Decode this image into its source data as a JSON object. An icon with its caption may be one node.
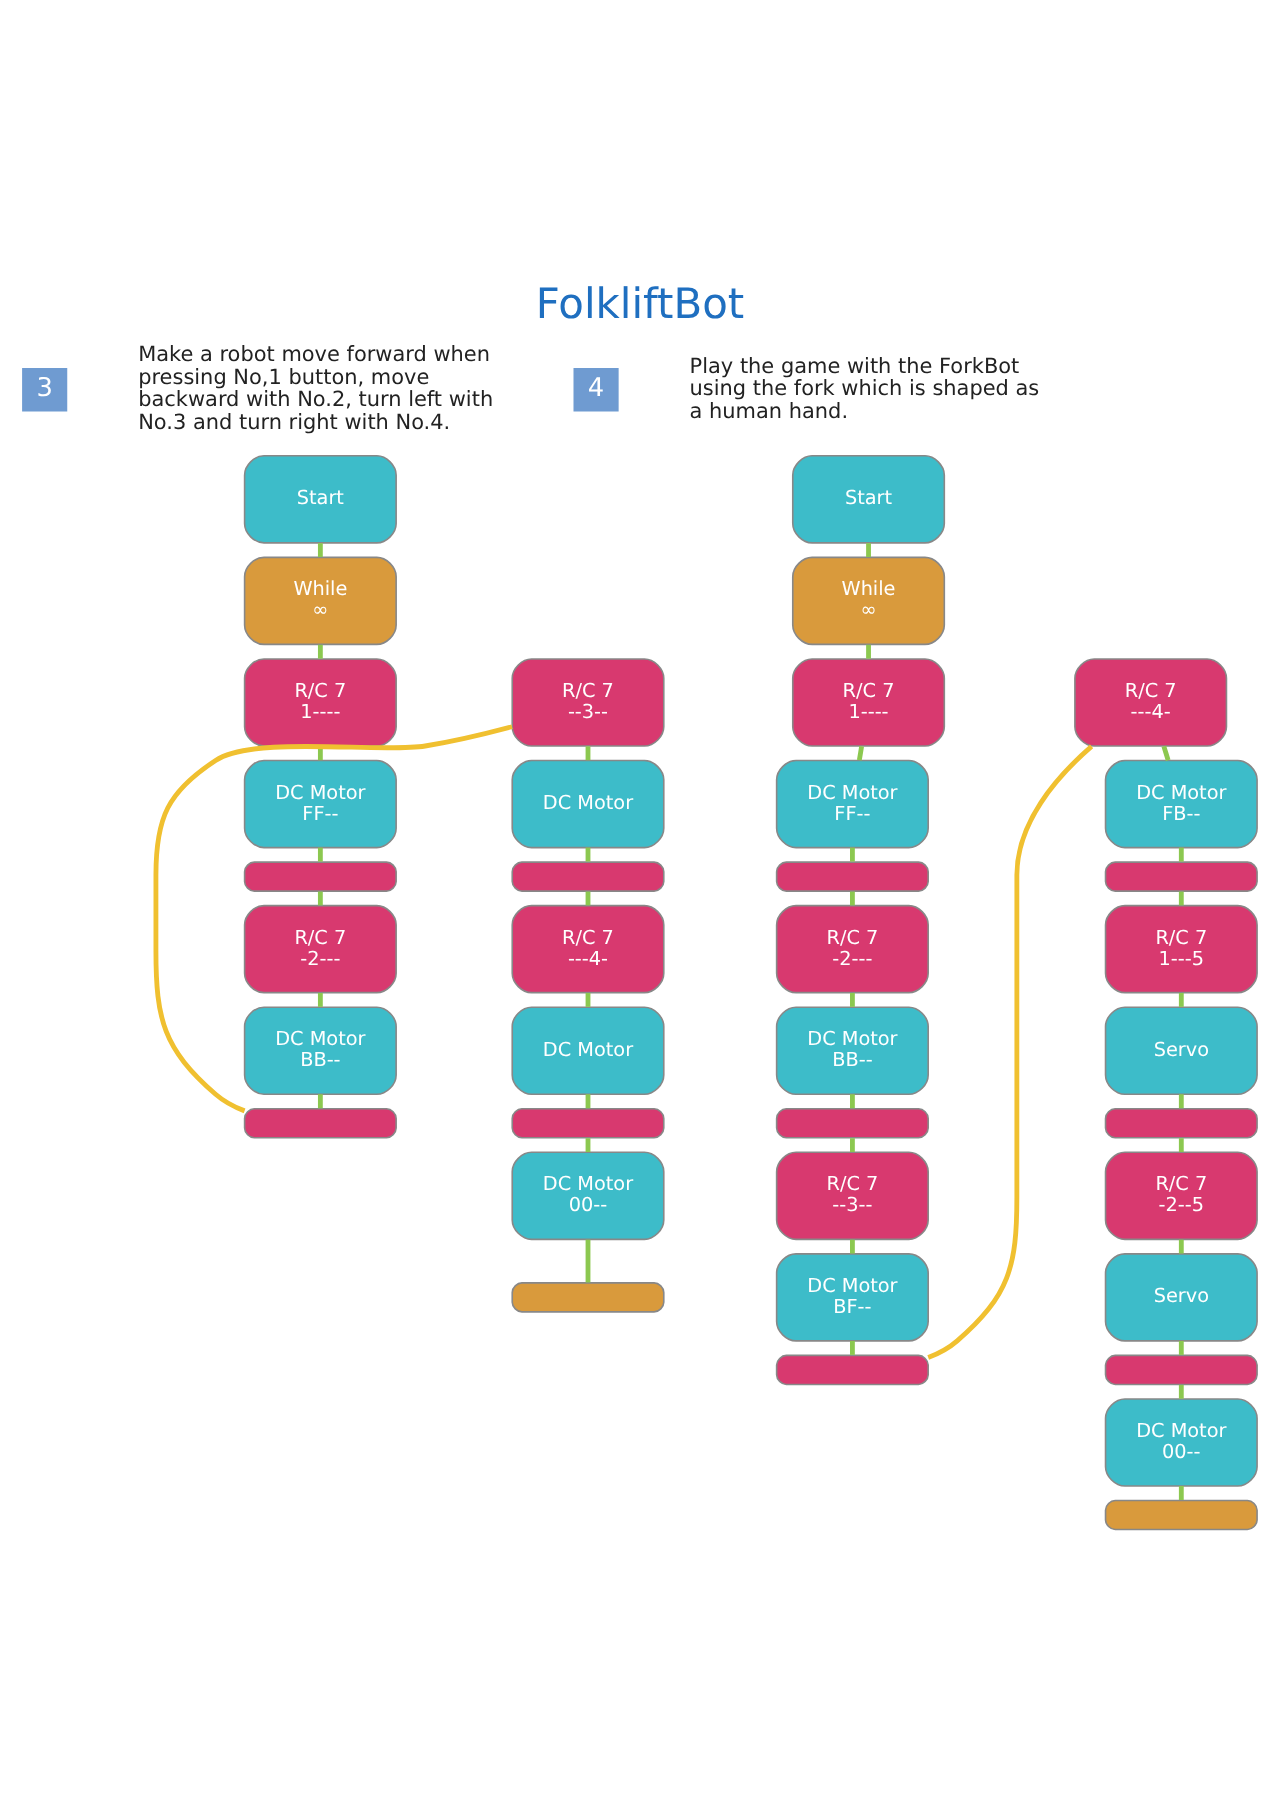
{
  "diagram": {
    "title": "FolkliftBot",
    "nodes": [
      {
        "text": [
          "Start"
        ]
      },
      {
        "text": [
          "While",
          "∞"
        ]
      },
      {
        "text": [
          "R/C 7",
          "1----"
        ]
      },
      {
        "text": [
          "DC Motor",
          "FF--"
        ]
      },
      {
        "text": [],
        "shape": "bar"
      },
      {
        "text": [
          "R/C 7",
          "-2---"
        ]
      },
      {
        "text": [
          "DC Motor",
          "BB--"
        ]
      },
      {
        "text": [],
        "shape": "bar"
      },
      {
        "text": [
          "R/C 7",
          "--3--"
        ]
      },
      {
        "text": [
          "DC Motor"
        ]
      },
      {
        "text": [],
        "shape": "bar"
      },
      {
        "text": [
          "R/C 7",
          "---4-"
        ]
      },
      {
        "text": [
          "DC Motor"
        ]
      },
      {
        "text": [],
        "shape": "bar"
      },
      {
        "text": [
          "DC Motor",
          "00--"
        ]
      },
      {
        "text": [],
        "shape": "bar"
      },
      {
        "text": [
          "Start"
        ]
      },
      {
        "text": [
          "While",
          "∞"
        ]
      },
      {
        "text": [
          "R/C 7",
          "1----"
        ]
      },
      {
        "text": [
          "DC Motor",
          "FF--"
        ]
      },
      {
        "text": [],
        "shape": "bar"
      },
      {
        "text": [
          "R/C 7",
          "-2---"
        ]
      },
      {
        "text": [
          "DC Motor",
          "BB--"
        ]
      },
      {
        "text": [],
        "shape": "bar"
      },
      {
        "text": [
          "R/C 7",
          "--3--"
        ]
      },
      {
        "text": [
          "DC Motor",
          "BF--"
        ]
      },
      {
        "text": [],
        "shape": "bar"
      },
      {
        "text": [
          "R/C 7",
          "---4-"
        ]
      },
      {
        "text": [
          "DC Motor",
          "FB--"
        ]
      },
      {
        "text": [],
        "shape": "bar"
      },
      {
        "text": [
          "R/C 7",
          "1---5"
        ]
      },
      {
        "text": [
          "Servo"
        ]
      },
      {
        "text": [],
        "shape": "bar"
      },
      {
        "text": [
          "R/C 7",
          "-2--5"
        ]
      },
      {
        "text": [
          "Servo"
        ]
      },
      {
        "text": [],
        "shape": "bar"
      },
      {
        "text": [
          "DC Motor",
          "00--"
        ]
      },
      {
        "text": [],
        "shape": "bar"
      }
    ],
    "edges": [
      {
        "from": 0,
        "to": 1,
        "arrow": "none"
      },
      {
        "from": 1,
        "to": 2,
        "arrow": "none"
      },
      {
        "from": 2,
        "to": 3,
        "arrow": "none"
      },
      {
        "from": 3,
        "to": 4,
        "arrow": "none"
      },
      {
        "from": 4,
        "to": 5,
        "arrow": "none"
      },
      {
        "from": 5,
        "to": 6,
        "arrow": "none"
      },
      {
        "from": 6,
        "to": 7,
        "arrow": "none"
      },
      {
        "from": 7,
        "to": 8,
        "arrow": "none",
        "color": "#f0c030"
      },
      {
        "from": 8,
        "to": 9,
        "arrow": "none"
      },
      {
        "from": 9,
        "to": 10,
        "arrow": "none"
      },
      {
        "from": 10,
        "to": 11,
        "arrow": "none"
      },
      {
        "from": 11,
        "to": 12,
        "arrow": "none"
      },
      {
        "from": 12,
        "to": 13,
        "arrow": "none"
      },
      {
        "from": 13,
        "to": 14,
        "arrow": "none"
      },
      {
        "from": 14,
        "to": 15,
        "arrow": "none"
      },
      {
        "from": 16,
        "to": 17,
        "arrow": "none"
      },
      {
        "from": 17,
        "to": 18,
        "arrow": "none"
      },
      {
        "from": 18,
        "to": 19,
        "arrow": "none"
      },
      {
        "from": 19,
        "to": 20,
        "arrow": "none"
      },
      {
        "from": 20,
        "to": 21,
        "arrow": "none"
      },
      {
        "from": 21,
        "to": 22,
        "arrow": "none"
      },
      {
        "from": 22,
        "to": 23,
        "arrow": "none"
      },
      {
        "from": 23,
        "to": 24,
        "arrow": "none"
      },
      {
        "from": 24,
        "to": 25,
        "arrow": "none"
      },
      {
        "from": 25,
        "to": 26,
        "arrow": "none"
      },
      {
        "from": 26,
        "to": 27,
        "arrow": "none",
        "color": "#f0c030"
      },
      {
        "from": 27,
        "to": 28,
        "arrow": "none"
      },
      {
        "from": 28,
        "to": 29,
        "arrow": "none"
      },
      {
        "from": 29,
        "to": 30,
        "arrow": "none"
      },
      {
        "from": 30,
        "to": 31,
        "arrow": "none"
      },
      {
        "from": 31,
        "to": 32,
        "arrow": "none"
      },
      {
        "from": 32,
        "to": 33,
        "arrow": "none"
      },
      {
        "from": 33,
        "to": 34,
        "arrow": "none"
      },
      {
        "from": 34,
        "to": 35,
        "arrow": "none"
      },
      {
        "from": 35,
        "to": 36,
        "arrow": "none"
      },
      {
        "from": 36,
        "to": 37,
        "arrow": "none"
      }
    ],
    "labels": [
      "3",
      "Make a robot move forward when pressing No,1 button, move backward with No.2, turn left with No.3 and turn right with No.4.",
      "4",
      "Play the game with the ForkBot using the fork which is shaped as a human hand."
    ]
  }
}
